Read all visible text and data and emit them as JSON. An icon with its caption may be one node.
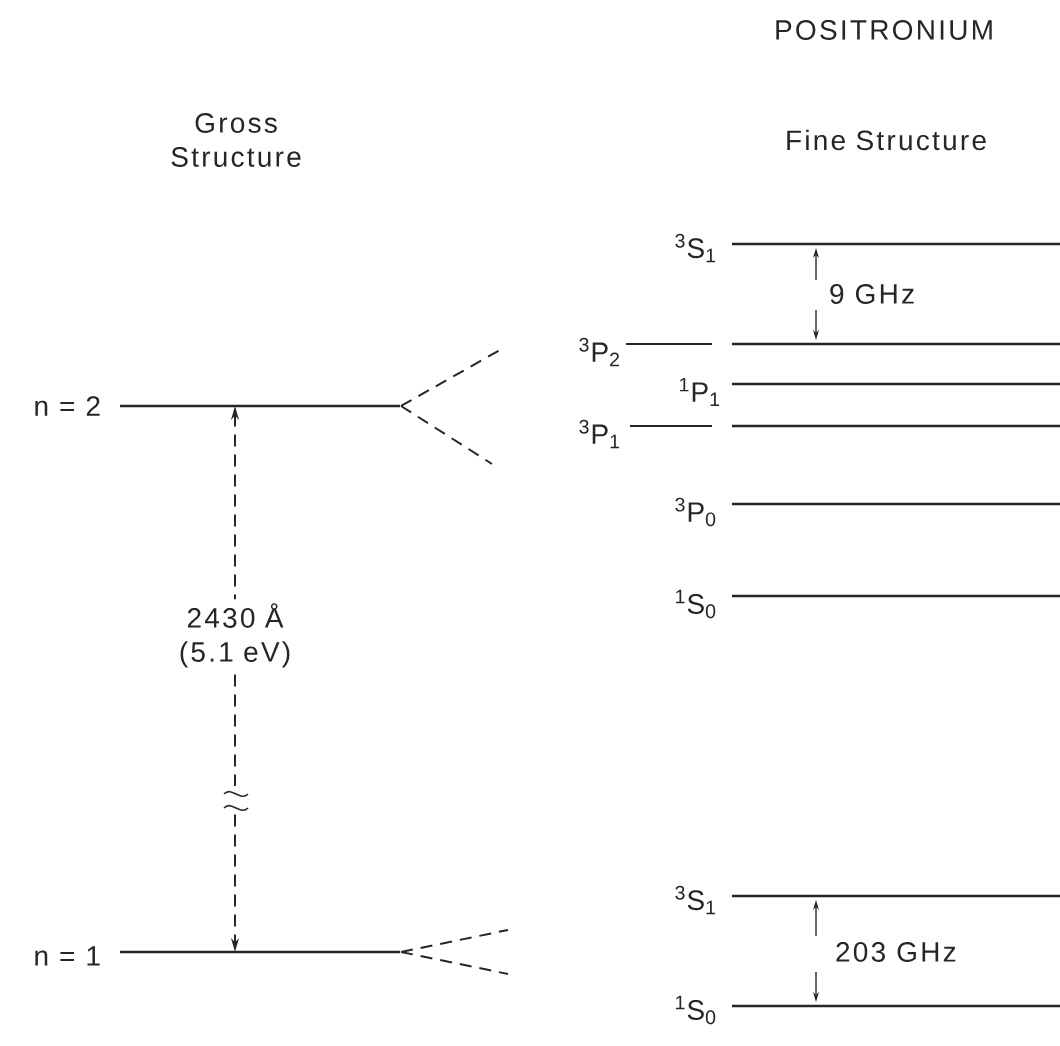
{
  "diagram": {
    "title": "POSITRONIUM",
    "nodes": [
      {
        "text": [
          "n = 2"
        ]
      },
      {
        "text": [
          "n = 1"
        ]
      },
      {
        "text": [
          "$^{3}$S$_{1}$"
        ]
      },
      {
        "text": [
          "$^{3}$P$_{2}$"
        ]
      },
      {
        "text": [
          "$^{1}$P$_{1}$"
        ]
      },
      {
        "text": [
          "$^{3}$P$_{1}$"
        ]
      },
      {
        "text": [
          "$^{3}$P$_{0}$"
        ]
      },
      {
        "text": [
          "$^{1}$S$_{0}$"
        ]
      },
      {
        "text": [
          "$^{3}$S$_{1}$"
        ]
      },
      {
        "text": [
          "$^{1}$S$_{0}$"
        ]
      }
    ],
    "edges": [
      {
        "from": 0,
        "to": 1,
        "arrow": "both",
        "style": "dashed",
        "label": "2430 Å (5.1 eV)"
      },
      {
        "from": 0,
        "to": null,
        "arrow": "none",
        "style": "dashed"
      },
      {
        "from": 0,
        "to": null,
        "arrow": "none",
        "style": "dashed"
      },
      {
        "from": 1,
        "to": null,
        "arrow": "none",
        "style": "dashed"
      },
      {
        "from": 1,
        "to": null,
        "arrow": "none",
        "style": "dashed"
      }
    ],
    "labels": [
      "Gross Structure",
      "Fine Structure",
      "9 GHz",
      "203 GHz"
    ]
  }
}
